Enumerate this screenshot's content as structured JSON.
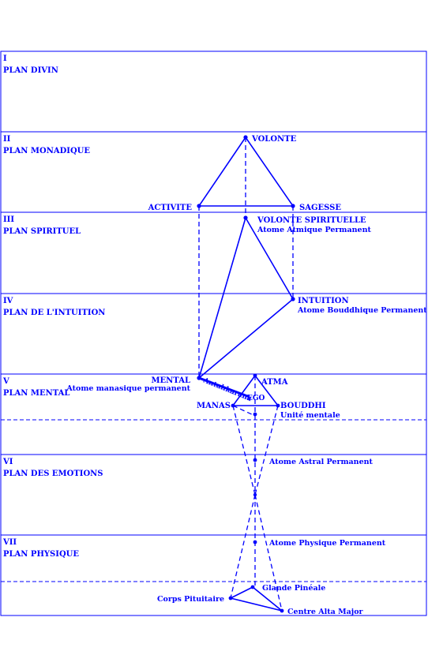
{
  "colors": {
    "line": "#0000ff",
    "text": "#0000ff",
    "background": "#ffffff"
  },
  "planes": [
    {
      "number": "I",
      "name": "PLAN DIVIN"
    },
    {
      "number": "II",
      "name": "PLAN MONADIQUE"
    },
    {
      "number": "III",
      "name": "PLAN SPIRITUEL"
    },
    {
      "number": "IV",
      "name": "PLAN DE L'INTUITION"
    },
    {
      "number": "V",
      "name": "PLAN MENTAL"
    },
    {
      "number": "VI",
      "name": "PLAN DES EMOTIONS"
    },
    {
      "number": "VII",
      "name": "PLAN PHYSIQUE"
    }
  ],
  "labels": {
    "volonte": "VOLONTE",
    "activite": "ACTIVITE",
    "sagesse": "SAGESSE",
    "volonte_spirituelle": "VOLONTE SPIRITUELLE",
    "atome_atmique": "Atome Atmique Permanent",
    "intuition": "INTUITION",
    "atome_bouddhique": "Atome Bouddhique Permanent",
    "mental": "MENTAL",
    "atome_manasique": "Atome manasique permanent",
    "antahkarana": "Antahkarana",
    "atma": "ATMA",
    "ego": "EGO",
    "manas": "MANAS",
    "bouddhi": "BOUDDHI",
    "unite_mentale": "Unité mentale",
    "atome_astral": "Atome Astral Permanent",
    "atome_physique": "Atome Physique Permanent",
    "glande_pineale": "Glande Pinéale",
    "corps_pituitaire": "Corps Pituitaire",
    "centre_alta_major": "Centre Alta Major"
  }
}
